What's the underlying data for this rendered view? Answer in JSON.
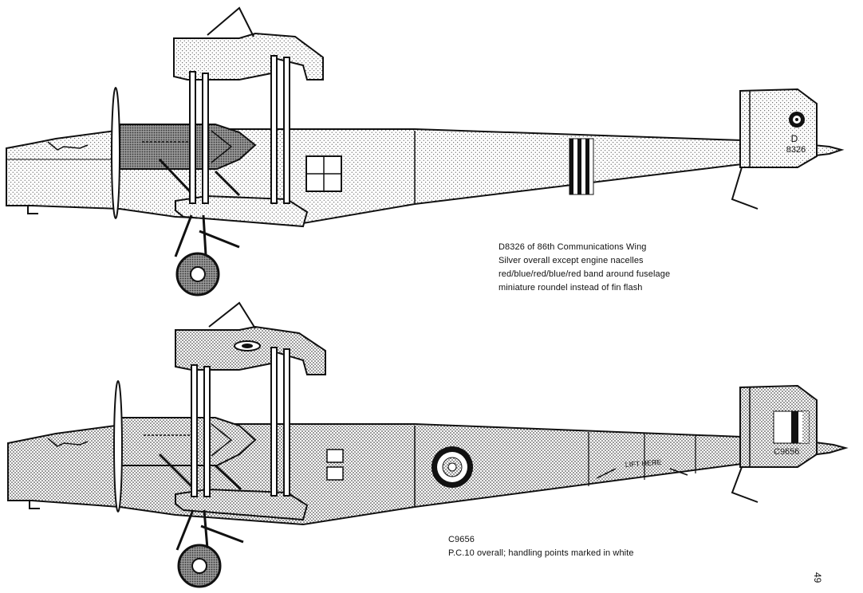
{
  "page_number": "49",
  "colors": {
    "ink": "#111111",
    "paper": "#ffffff"
  },
  "top_profile": {
    "serial_marking": "8326",
    "letter_marking": "D",
    "caption": [
      "D8326 of 86th Communications Wing",
      "Silver overall except engine nacelles",
      "red/blue/red/blue/red band around fuselage",
      "miniature roundel instead of fin flash"
    ]
  },
  "bottom_profile": {
    "serial_marking": "C9656",
    "handling_marking": "LIFT HERE",
    "caption": [
      "C9656",
      "P.C.10 overall; handling points marked in white"
    ]
  }
}
